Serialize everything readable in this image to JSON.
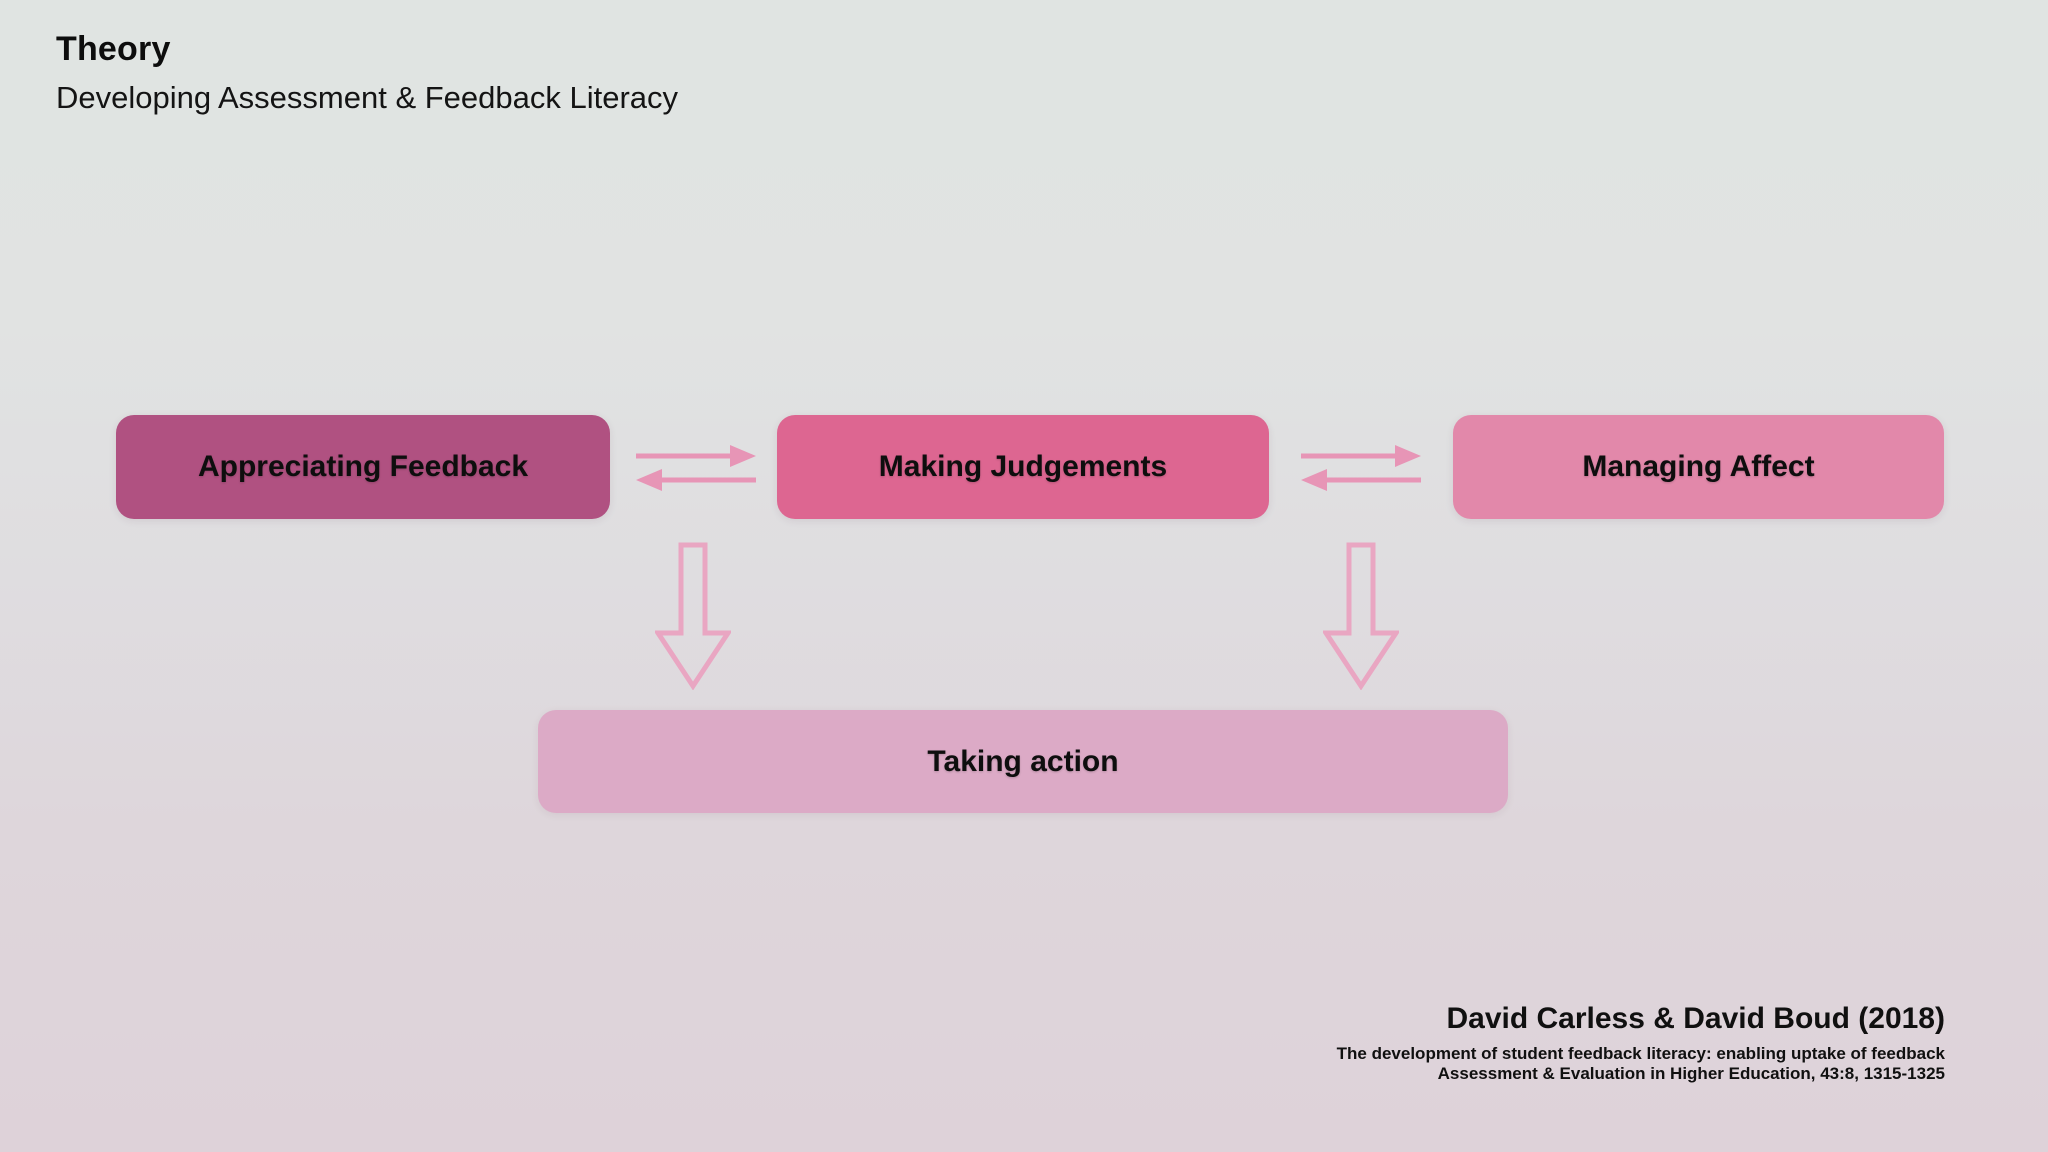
{
  "header": {
    "kicker": "Theory",
    "title": "Developing Assessment & Feedback Literacy"
  },
  "diagram": {
    "nodes": [
      {
        "id": "appreciating-feedback",
        "label": "Appreciating Feedback",
        "color": "#b05181"
      },
      {
        "id": "making-judgements",
        "label": "Making Judgements",
        "color": "#dd6691"
      },
      {
        "id": "managing-affect",
        "label": "Managing Affect",
        "color": "#e288aa"
      }
    ],
    "action_node": {
      "id": "taking-action",
      "label": "Taking action",
      "color": "#dcaac6"
    },
    "connectors": [
      {
        "icon": "double-arrow-icon",
        "between": [
          "appreciating-feedback",
          "making-judgements"
        ],
        "direction": "bidirectional-horizontal"
      },
      {
        "icon": "double-arrow-icon",
        "between": [
          "making-judgements",
          "managing-affect"
        ],
        "direction": "bidirectional-horizontal"
      },
      {
        "icon": "down-arrow-icon",
        "from": "gap-left",
        "to": "taking-action",
        "direction": "down"
      },
      {
        "icon": "down-arrow-icon",
        "from": "gap-right",
        "to": "taking-action",
        "direction": "down"
      }
    ]
  },
  "citation": {
    "authors": "David Carless & David Boud (2018)",
    "line1": "The development of student feedback literacy: enabling uptake of feedback",
    "line2": "Assessment & Evaluation in Higher Education, 43:8, 1315-1325"
  },
  "colors": {
    "background_top": "#e0e4e2",
    "background_bottom": "#ded2d9",
    "node_appreciating_feedback": "#b05181",
    "node_making_judgements": "#dd6691",
    "node_managing_affect": "#e288aa",
    "node_taking_action": "#dcaac6",
    "double_arrow": "#e795b6",
    "down_arrow_outline": "#e9a6c2",
    "text": "#111111"
  }
}
